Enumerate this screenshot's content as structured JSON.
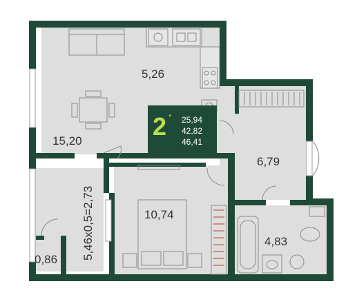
{
  "plan": {
    "wall_color": "#1f4a38",
    "floor_color": "#dedede",
    "accent_color": "#b9e04a",
    "rooms": [
      {
        "id": "kitchen",
        "label": "5,26"
      },
      {
        "id": "living",
        "label": "15,20"
      },
      {
        "id": "hall",
        "label": "6,79"
      },
      {
        "id": "bedroom",
        "label": "10,74"
      },
      {
        "id": "bath",
        "label": "4,83"
      },
      {
        "id": "balcony",
        "label": "5,46x0,5=2,73"
      },
      {
        "id": "storage",
        "label": "0,86"
      }
    ]
  },
  "badge": {
    "rooms": "2",
    "star": "*",
    "living_area": "25,94",
    "total_area": "42,82",
    "total_with_balcony": "46,41"
  }
}
